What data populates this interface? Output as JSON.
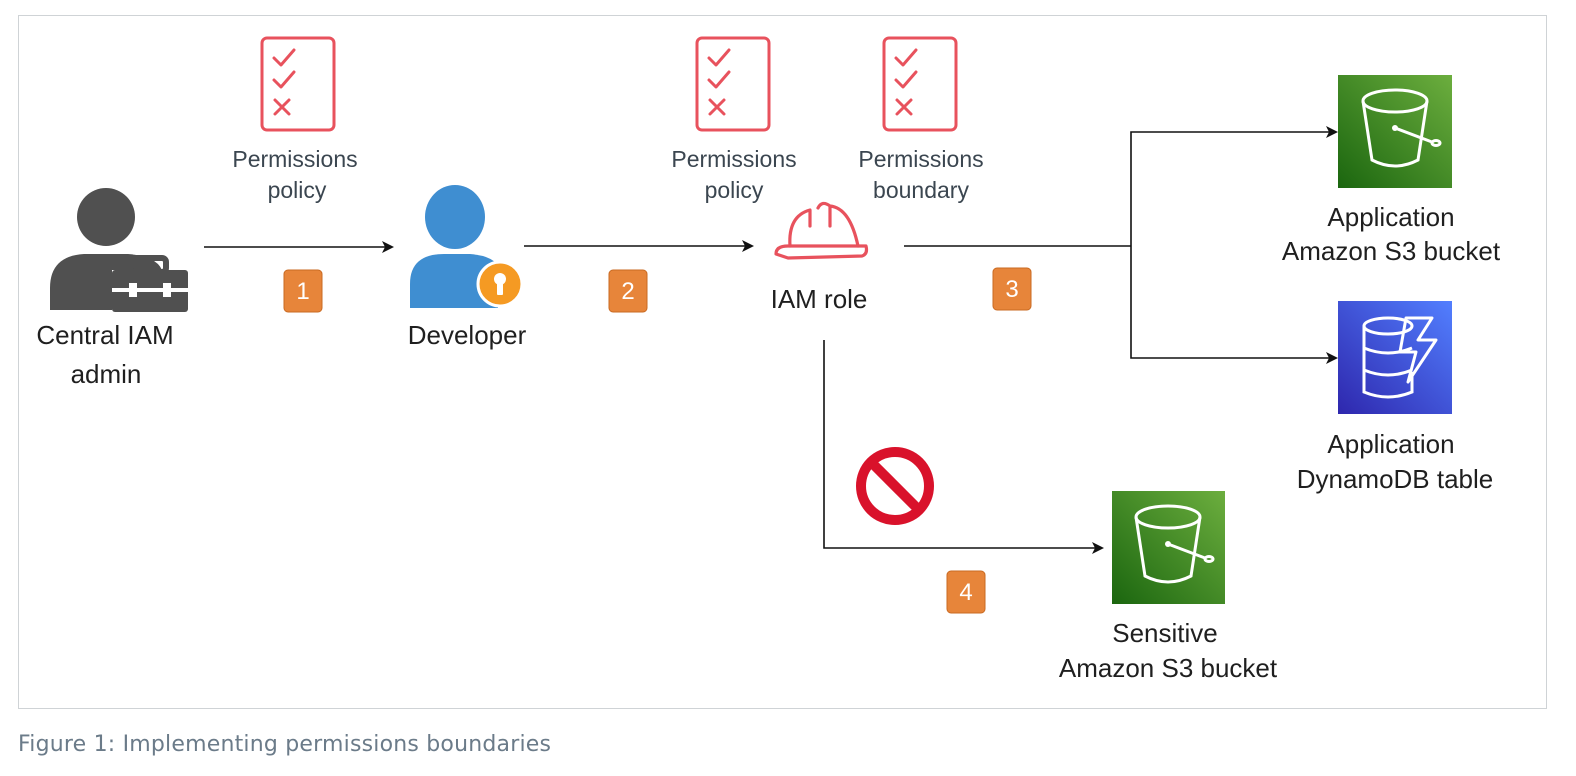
{
  "nodes": {
    "admin": {
      "label_line1": "Central IAM",
      "label_line2": "admin"
    },
    "developer": {
      "label": "Developer"
    },
    "iam_role": {
      "label": "IAM role"
    },
    "app_s3": {
      "label_line1": "Application",
      "label_line2": "Amazon S3 bucket"
    },
    "app_dynamodb": {
      "label_line1": "Application",
      "label_line2": "DynamoDB table"
    },
    "sensitive_s3": {
      "label_line1": "Sensitive",
      "label_line2": "Amazon S3 bucket"
    }
  },
  "policies": {
    "admin_policy": {
      "line1": "Permissions",
      "line2": "policy"
    },
    "role_policy": {
      "line1": "Permissions",
      "line2": "policy"
    },
    "role_boundary": {
      "line1": "Permissions",
      "line2": "boundary"
    }
  },
  "steps": [
    "1",
    "2",
    "3",
    "4"
  ],
  "caption": "Figure 1: Implementing permissions boundaries",
  "colors": {
    "policy_red": "#e8525d",
    "step_orange": "#e7853a",
    "s3_green": "#3f8624",
    "dynamodb_blue": "#4053d6",
    "developer_blue": "#3f8ed1",
    "admin_gray": "#505050",
    "deny_red": "#d9122b"
  }
}
